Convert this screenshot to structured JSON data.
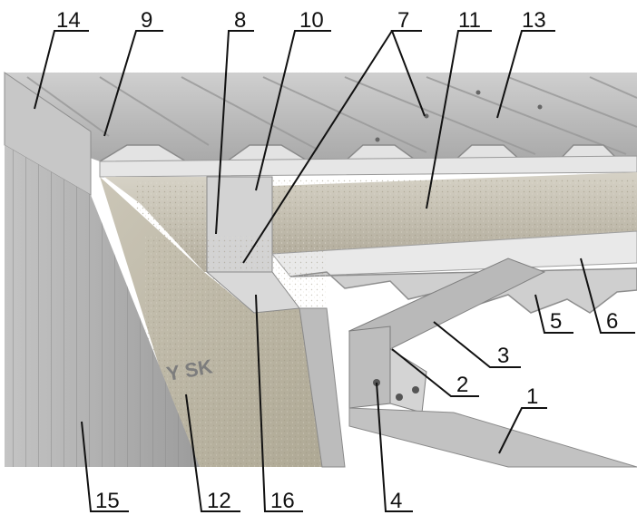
{
  "callouts": [
    {
      "id": "c14",
      "label": "14"
    },
    {
      "id": "c9",
      "label": "9"
    },
    {
      "id": "c8",
      "label": "8"
    },
    {
      "id": "c10",
      "label": "10"
    },
    {
      "id": "c7",
      "label": "7"
    },
    {
      "id": "c11",
      "label": "11"
    },
    {
      "id": "c13",
      "label": "13"
    },
    {
      "id": "c6",
      "label": "6"
    },
    {
      "id": "c5",
      "label": "5"
    },
    {
      "id": "c3",
      "label": "3"
    },
    {
      "id": "c2",
      "label": "2"
    },
    {
      "id": "c1",
      "label": "1"
    },
    {
      "id": "c15",
      "label": "15"
    },
    {
      "id": "c12",
      "label": "12"
    },
    {
      "id": "c16",
      "label": "16"
    },
    {
      "id": "c4",
      "label": "4"
    }
  ],
  "illustration": {
    "colors": {
      "roof_light": "#d9d9d9",
      "roof_mid": "#bdbdbd",
      "roof_dark": "#8f8f8f",
      "insulation": "#c9c3b4",
      "wall": "#b5b5b5",
      "steel": "#9a9a9a"
    },
    "membrane_text": "Y SK"
  }
}
